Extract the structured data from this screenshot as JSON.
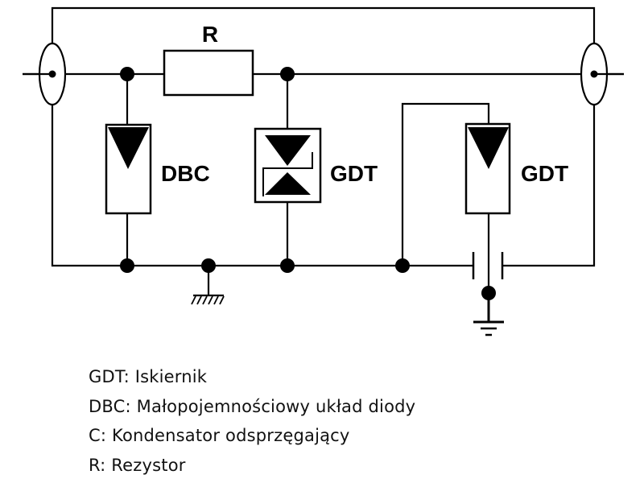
{
  "diagram": {
    "components": {
      "resistor_label": "R",
      "dbc_label": "DBC",
      "gdt_label_1": "GDT",
      "gdt_label_2": "GDT"
    }
  },
  "legend": {
    "items": [
      "GDT: Iskiernik",
      "DBC: Małopojemnościowy układ diody",
      "C: Kondensator odsprzęgający",
      "R: Rezystor"
    ]
  }
}
